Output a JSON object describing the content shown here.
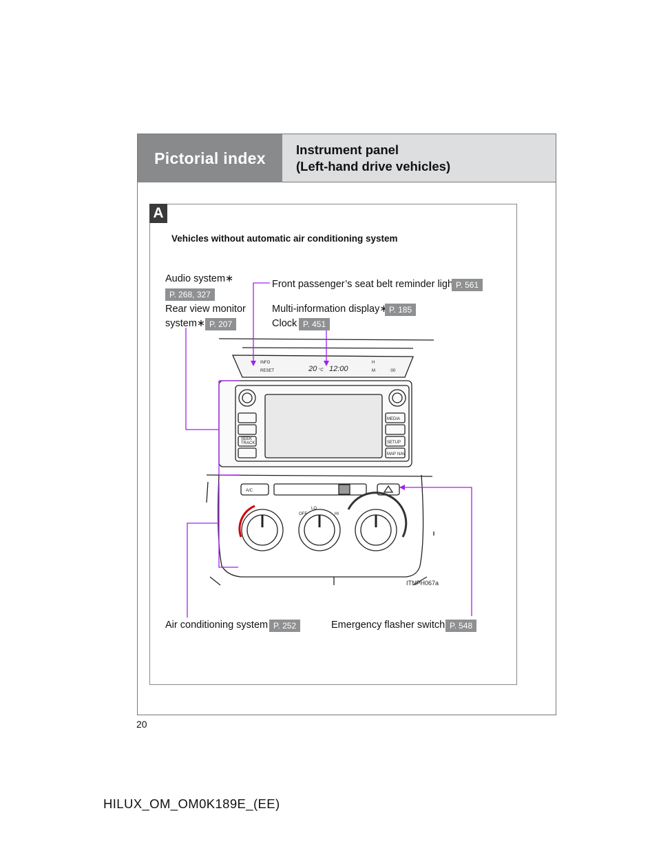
{
  "header": {
    "section": "Pictorial index",
    "title_line1": "Instrument panel",
    "title_line2": "(Left-hand drive vehicles)"
  },
  "panel": {
    "badge": "A",
    "subtitle": "Vehicles without automatic air conditioning system",
    "image_code": "ITNPH067a"
  },
  "callouts": {
    "audio": {
      "label": "Audio system",
      "mark": "∗",
      "page": "P. 268, 327"
    },
    "rear_monitor": {
      "label_line1": "Rear view monitor",
      "label_line2": "system",
      "mark": "∗",
      "page": "P. 207"
    },
    "seat_belt": {
      "label": "Front passenger’s seat belt reminder light",
      "page": "P. 561"
    },
    "multi_info": {
      "label": "Multi-information display",
      "mark": "∗",
      "page": "P. 185"
    },
    "clock": {
      "label": "Clock",
      "page": "P. 451"
    },
    "air_conditioning": {
      "label": "Air conditioning system",
      "page": "P. 252"
    },
    "emergency_flasher": {
      "label": "Emergency flasher switch",
      "page": "P. 548"
    }
  },
  "device_labels": {
    "info": "INFO",
    "reset": "RESET",
    "temp": "20",
    "temp_unit": "°C",
    "time": "12:00",
    "h": "H",
    "m": "M",
    "zero": ":00",
    "media": "MEDIA",
    "setup": "SETUP",
    "map": "MAP",
    "nav": "NAV",
    "seek": "SEEK",
    "track": "TRACK",
    "ac": "A/C",
    "off": "OFF",
    "lo": "LO",
    "hi": "HI"
  },
  "page_number": "20",
  "footer": "HILUX_OM_OM0K189E_(EE)",
  "colors": {
    "callout_line": "#a020f0",
    "page_badge": "#8e9092",
    "header_left": "#888a8c",
    "header_right": "#dcdedf"
  }
}
